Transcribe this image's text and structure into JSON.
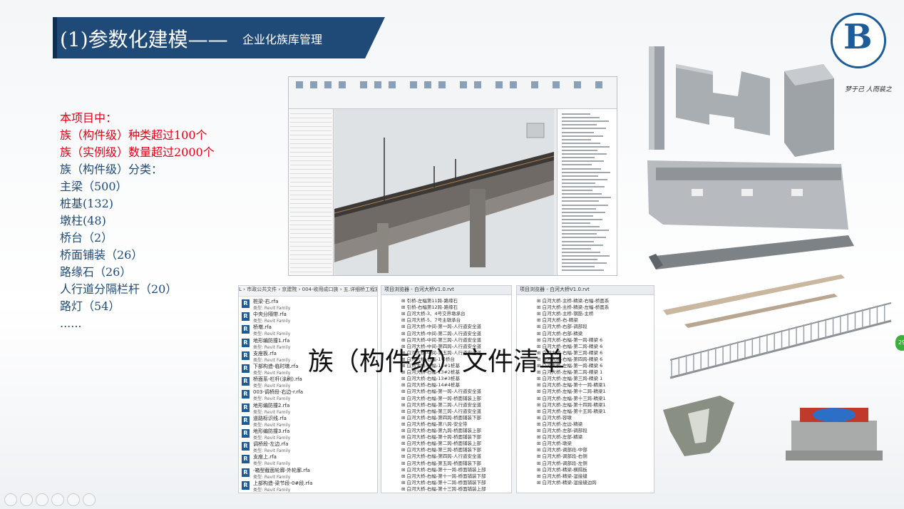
{
  "title": {
    "main": "(1)参数化建模——",
    "sub": "企业化族库管理"
  },
  "logo": {
    "glyph": "B",
    "motto": "梦于己 人而装之"
  },
  "intro_lines": [
    {
      "text": "本项目中：",
      "color": "red"
    },
    {
      "text": "族（构件级）种类超过100个",
      "color": "red"
    },
    {
      "text": "族（实例级）数量超过2000个",
      "color": "red"
    },
    {
      "text": "族（构件级）分类：",
      "color": "blue"
    },
    {
      "text": "主梁（500）",
      "color": "blue"
    },
    {
      "text": "桩基(132)",
      "color": "blue"
    },
    {
      "text": "墩柱(48)",
      "color": "blue"
    },
    {
      "text": "桥台（2）",
      "color": "blue"
    },
    {
      "text": "桥面铺装（26）",
      "color": "blue"
    },
    {
      "text": "路缘石（26）",
      "color": "blue"
    },
    {
      "text": "人行道分隔栏杆（20）",
      "color": "blue"
    },
    {
      "text": "路灯（54）",
      "color": "blue"
    },
    {
      "text": "......",
      "color": "blue"
    }
  ],
  "overlay_caption": "族（构件级）文件清单",
  "file_list": {
    "breadcrumb": "L › 市政公共文件 › 京建院 › 004-收用成口族 › 五.详细桥工程族",
    "items": [
      {
        "name": "桩梁-右.rfa",
        "type": "类型: Revit Family"
      },
      {
        "name": "中央分隔带.rfa",
        "type": "类型: Revit Family"
      },
      {
        "name": "桥墩.rfa",
        "type": "类型: Revit Family"
      },
      {
        "name": "地形编防撞1.rfa",
        "type": "类型: Revit Family"
      },
      {
        "name": "支座板.rfa",
        "type": "类型: Revit Family"
      },
      {
        "name": "下部构造-临时墩.rfa",
        "type": "类型: Revit Family"
      },
      {
        "name": "桥面系-栏杆(涂刷).rfa",
        "type": "类型: Revit Family"
      },
      {
        "name": "003-调桥段-右边-r.rfa",
        "type": "类型: Revit Family"
      },
      {
        "name": "地形编防撞2.rfa",
        "type": "类型: Revit Family"
      },
      {
        "name": "道路标识线.rfa",
        "type": "类型: Revit Family"
      },
      {
        "name": "地形编防撞3.rfa",
        "type": "类型: Revit Family"
      },
      {
        "name": "调桥段-左边.rfa",
        "type": "类型: Revit Family"
      },
      {
        "name": "支座上.rfa",
        "type": "类型: Revit Family"
      },
      {
        "name": "-箱型截面轮廓-外轮廓.rfa",
        "type": "类型: Revit Family"
      },
      {
        "name": "上部构造-梁节段-0#段.rfa",
        "type": "类型: Revit Family"
      }
    ]
  },
  "tree_middle": {
    "header": "项目浏览器 - 白河大桥V1.0.rvt",
    "lines": [
      "引桥-左幅第11跨-路缘石",
      "引桥-右幅第12跨-路缘石",
      "白河大桥-3、4号交界墩承台",
      "白河大桥-5、7号主墩承台",
      "白河大桥-中间-第一跨-人行道安全道",
      "白河大桥-中间-第二跨-人行道安全道",
      "白河大桥-中间-第三跨-人行道安全道",
      "白河大桥-中间-第四跨-人行道安全道",
      "白河大桥-中间-第五跨-人行道安全道",
      "白河大桥-右幅-1号桥台",
      "白河大桥-右幅-13#1桩基",
      "白河大桥-右幅-13#2桩基",
      "白河大桥-右幅-13#3桩基",
      "白河大桥-右幅-14#4桩基",
      "白河大桥-右幅-第一跨-人行道安全道",
      "白河大桥-右幅-第一跨-桥面铺装上部",
      "白河大桥-右幅-第二跨-人行道安全道",
      "白河大桥-右幅-第三跨-人行道安全道",
      "白河大桥-右幅-第四跨-桥面铺装下部",
      "白河大桥-右幅-第八跨-安全带",
      "白河大桥-右幅-第九跨-桥面铺装上部",
      "白河大桥-右幅-第十跨-桥面铺装下部",
      "白河大桥-右幅-第二跨-桥面铺装上部",
      "白河大桥-右幅-第三跨-桥面铺装下部",
      "白河大桥-右幅-第四跨-人行道安全道",
      "白河大桥-右幅-第五跨-桥面铺装下部",
      "白河大桥-右幅-第十一跨-桥面铺装上部",
      "白河大桥-右幅-第十一跨-桥面铺装下部",
      "白河大桥-右幅-第十二跨-桥面铺装下部",
      "白河大桥-右幅-第十三跨-桥面铺装上部",
      "白河大桥-右幅-第十三跨-桥面铺装下部"
    ]
  },
  "tree_right": {
    "header": "项目浏览器 - 白河大桥V1.0.rvt",
    "lines": [
      "白河大桥-主桥-精梁-右幅-桥面系",
      "白河大桥-主桥-精梁-左幅-桥面系",
      "白河大桥-主桥-钢筋-主桥",
      "白河大桥-右-精梁",
      "白河大桥-右部-调部段",
      "白河大桥-右部-精梁",
      "白河大桥-右幅-第一跨-精梁 6",
      "白河大桥-右幅-第二跨-精梁 6",
      "白河大桥-右幅-第三跨-精梁 6",
      "白河大桥-右幅-第四跨-精梁 6",
      "白河大桥-左幅-第一跨-精梁 6",
      "白河大桥-左幅-第二跨-精梁 1",
      "白河大桥-左幅-第三跨-精梁 1",
      "白河大桥-左幅-第十一跨-精梁1",
      "白河大桥-左幅-第十二跨-精梁1",
      "白河大桥-左幅-第十三跨-精梁1",
      "白河大桥-左幅-第十四跨-精梁1",
      "白河大桥-左幅-第十五跨-精梁1",
      "白河大桥-容墩",
      "白河大桥-左边-精梁",
      "白河大桥-左部-调部段",
      "白河大桥-左部-精梁",
      "白河大桥-墩梁",
      "白河大桥-调部段-中部",
      "白河大桥-调部段-右侧",
      "白河大桥-调部段-左侧",
      "白河大桥-精梁-横隔板",
      "白河大桥-精梁-湿接缝",
      "白河大桥-精梁-湿接缝边跨"
    ]
  },
  "page_number": "29"
}
